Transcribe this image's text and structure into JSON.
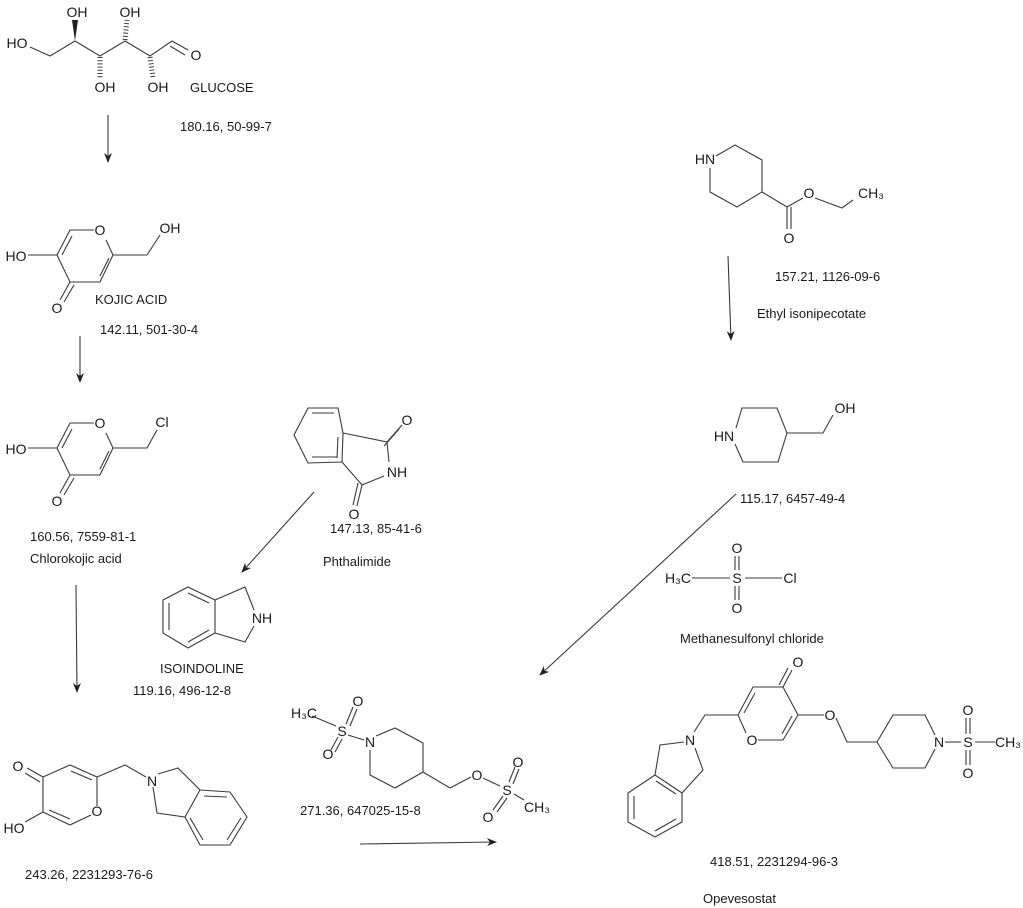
{
  "molecules": {
    "glucose": {
      "name": "GLUCOSE",
      "info": "180.16, 50-99-7",
      "atoms": [
        "HO",
        "OH",
        "OH",
        "OH",
        "OH",
        "O"
      ]
    },
    "kojic": {
      "name": "KOJIC ACID",
      "info": "142.11, 501-30-4",
      "atoms": [
        "O",
        "HO",
        "O",
        "OH"
      ]
    },
    "chlorokojic": {
      "name": "Chlorokojic acid",
      "info": "160.56, 7559-81-1",
      "atoms": [
        "O",
        "HO",
        "O",
        "Cl"
      ]
    },
    "phthalimide": {
      "name": "Phthalimide",
      "info": "147.13, 85-41-6",
      "atoms": [
        "O",
        "NH",
        "O"
      ]
    },
    "isoindoline": {
      "name": "ISOINDOLINE",
      "info": "119.16, 496-12-8",
      "atoms": [
        "NH"
      ]
    },
    "intermediate": {
      "info": "243.26, 2231293-76-6",
      "atoms": [
        "O",
        "HO",
        "O",
        "N"
      ]
    },
    "ethyl_isonipecotate": {
      "name": "Ethyl isonipecotate",
      "info": "157.21, 1126-09-6",
      "atoms": [
        "HN",
        "O",
        "O",
        "CH₃"
      ]
    },
    "piperidinemethanol": {
      "info": "115.17, 6457-49-4",
      "atoms": [
        "HN",
        "OH"
      ]
    },
    "mesyl_chloride": {
      "name": "Methanesulfonyl chloride",
      "atoms": [
        "H₃C",
        "S",
        "Cl",
        "O",
        "O"
      ]
    },
    "mesylate": {
      "info": "271.36, 647025-15-8",
      "atoms": [
        "H₃C",
        "S",
        "O",
        "O",
        "N",
        "O",
        "S",
        "O",
        "O",
        "CH₃"
      ]
    },
    "opevesostat": {
      "name": "Opevesostat",
      "info": "418.51,  2231294-96-3",
      "atoms": [
        "O",
        "O",
        "O",
        "N",
        "N",
        "S",
        "O",
        "O",
        "CH₃"
      ]
    }
  }
}
